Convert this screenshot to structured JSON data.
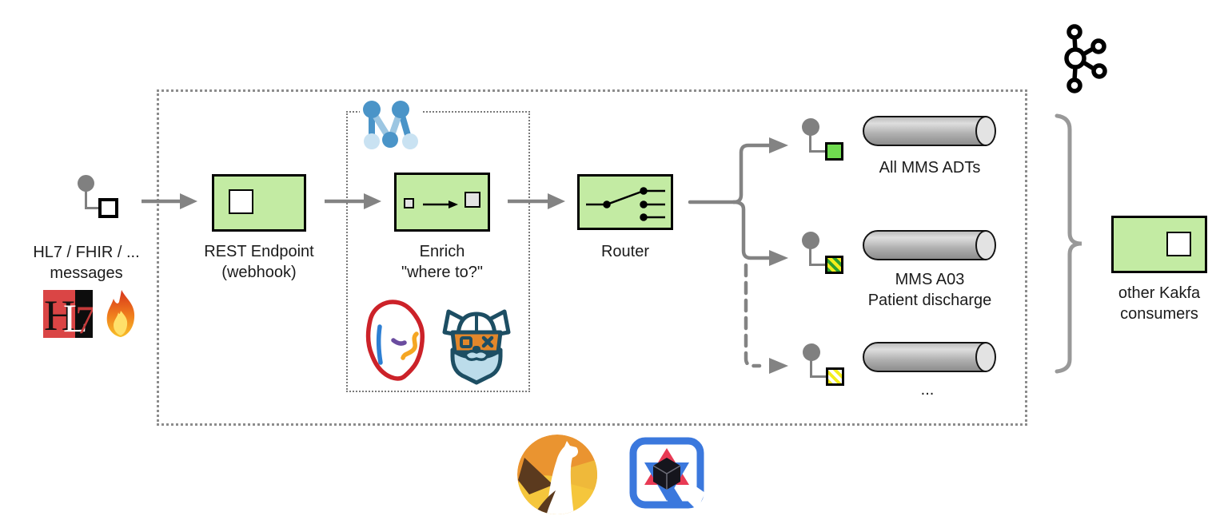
{
  "source": {
    "line1": "HL7 / FHIR / ...",
    "line2": "messages"
  },
  "nodes": {
    "rest": {
      "line1": "REST Endpoint",
      "line2": "(webhook)"
    },
    "enrich": {
      "line1": "Enrich",
      "line2": "\"where to?\""
    },
    "router": {
      "label": "Router"
    },
    "consumers": {
      "line1": "other Kakfa",
      "line2": "consumers"
    }
  },
  "topics": [
    {
      "lines": [
        "All MMS ADTs"
      ]
    },
    {
      "lines": [
        "MMS A03",
        "Patient discharge"
      ]
    },
    {
      "lines": [
        "..."
      ]
    }
  ],
  "icons": {
    "kafka": "apache-kafka-logo",
    "hl7": "hl7-logo",
    "fhir": "fhir-flame-logo",
    "m_network": "m-network-logo",
    "kogito": "kogito-head-logo",
    "microcks": "microcks-viking-logo",
    "camel": "apache-camel-logo",
    "kaoto": "kaoto-logo",
    "source_endpoint": "message-source-icon",
    "producer": "topic-producer-icon"
  },
  "colors": {
    "node_fill": "#c3eba3",
    "node_border": "#000000",
    "connector_gray": "#838383",
    "dotted_border": "#8c8c8c",
    "square_all_adts": "#6fdb4f",
    "square_a03_stripes": [
      "#2ea02e",
      "#f4ee1c"
    ],
    "square_other_stripes": [
      "#f4ee1c",
      "#ffffff"
    ],
    "cylinder_gray": "#b0b0b0"
  }
}
